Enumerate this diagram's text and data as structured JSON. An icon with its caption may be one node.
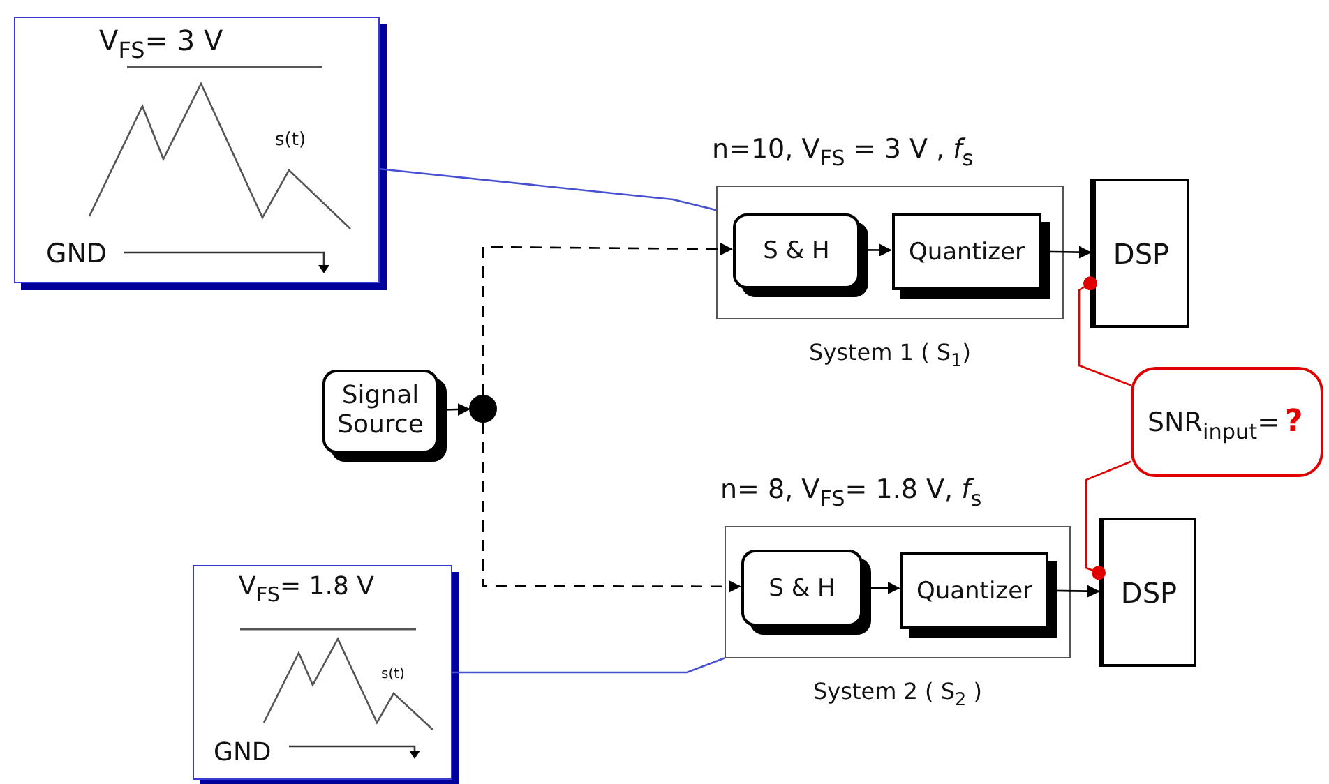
{
  "diagram": {
    "nodes": [
      {
        "text": [
          "V$_{FS}$= 3 V",
          "s(t)",
          "GND"
        ]
      },
      {
        "text": [
          "n=10, V$_{FS}$ = 3 V , *f*$_{s}$"
        ],
        "beside": [
          "System 1 ( S$_{1}$)"
        ]
      },
      {
        "text": [
          "S & H"
        ],
        "in": 1
      },
      {
        "text": [
          "Quantizer"
        ],
        "in": 1
      },
      {
        "text": [
          "DSP"
        ]
      },
      {
        "text": [
          "Signal Source"
        ]
      },
      {
        "text": [],
        "shape": "circle"
      },
      {
        "text": [
          "SNR$_{input}$=",
          "?"
        ]
      },
      {
        "text": [
          "V$_{FS}$= 1.8 V",
          "s(t)",
          "GND"
        ]
      },
      {
        "text": [
          "n= 8, V$_{FS}$= 1.8 V, *f*$_{s}$"
        ],
        "beside": [
          "System 2 ( S$_{2}$ )"
        ]
      },
      {
        "text": [
          "S & H"
        ],
        "in": 9
      },
      {
        "text": [
          "Quantizer"
        ],
        "in": 9
      },
      {
        "text": [
          "DSP"
        ]
      }
    ],
    "edges": [
      {
        "from": 0,
        "to": 1,
        "arrow": "none",
        "color": "#4650d0"
      },
      {
        "from": 8,
        "to": 9,
        "arrow": "none",
        "color": "#4650d0"
      },
      {
        "from": 5,
        "to": 6,
        "arrow": "to"
      },
      {
        "from": 6,
        "to": 2,
        "arrow": "to",
        "style": "dashed"
      },
      {
        "from": 6,
        "to": 10,
        "arrow": "to",
        "style": "dashed"
      },
      {
        "from": 2,
        "to": 3,
        "arrow": "to"
      },
      {
        "from": 3,
        "to": 4,
        "arrow": "to"
      },
      {
        "from": 10,
        "to": 11,
        "arrow": "to"
      },
      {
        "from": 11,
        "to": 12,
        "arrow": "to"
      },
      {
        "from": 7,
        "to": 4,
        "arrow": "other",
        "color": "#e00000"
      },
      {
        "from": 7,
        "to": 12,
        "arrow": "other",
        "color": "#e00000"
      }
    ]
  }
}
